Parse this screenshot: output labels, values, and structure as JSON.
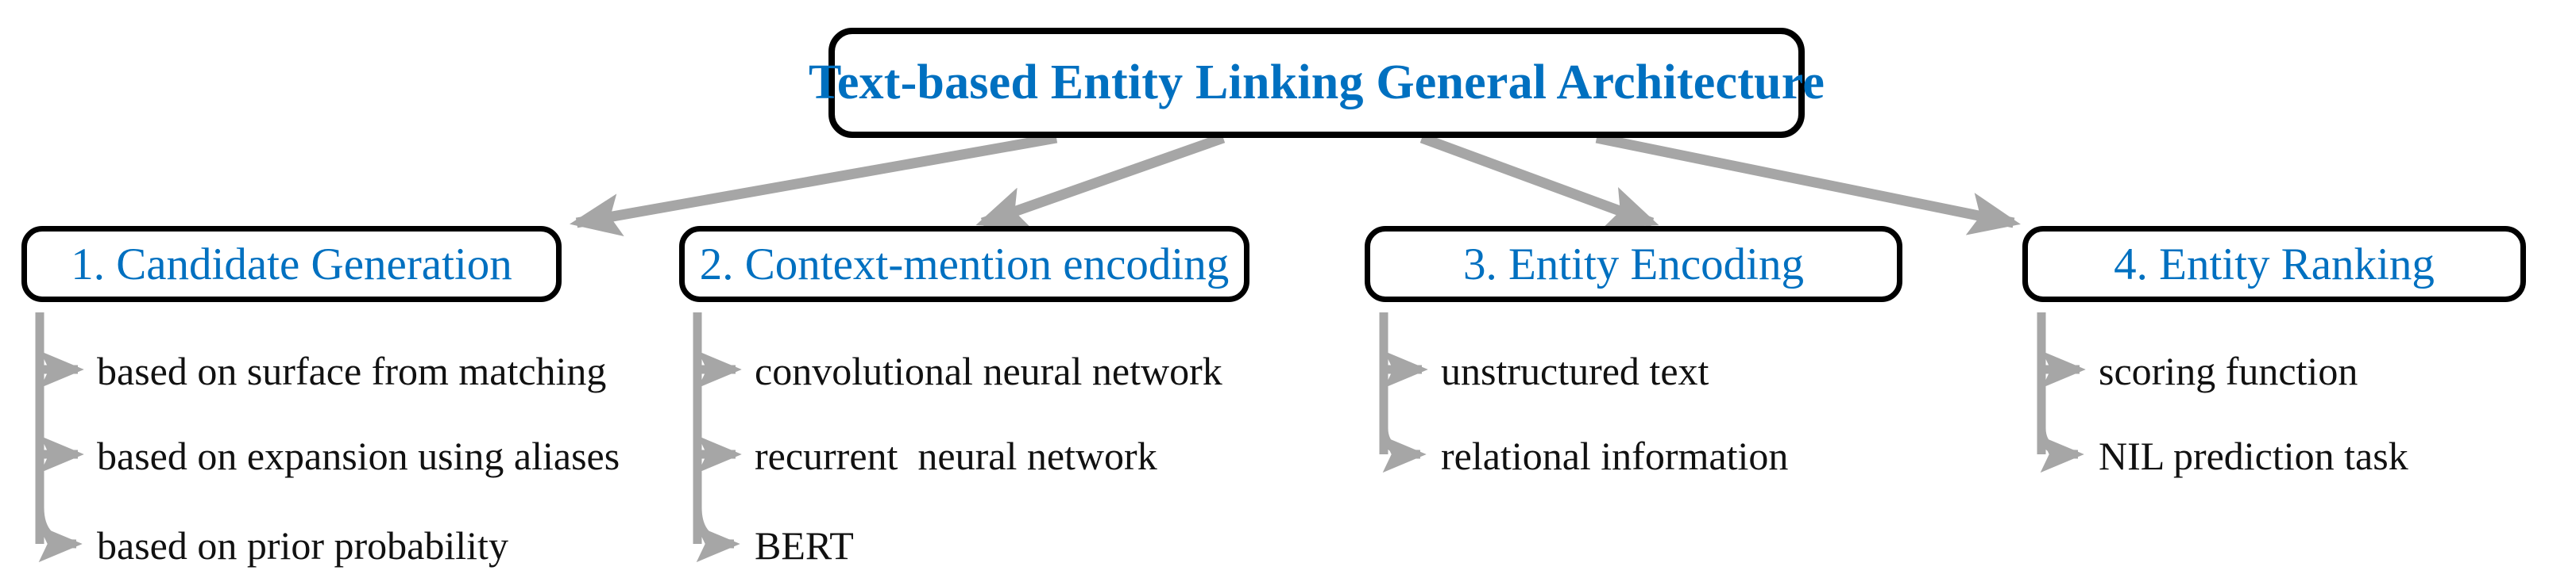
{
  "figure": {
    "title": "Text-based Entity Linking General Architecture",
    "colors": {
      "node_text": "#0070c0",
      "node_border": "#000000",
      "connector": "#a6a6a6",
      "leaf_text": "#111111",
      "background": "#ffffff"
    }
  },
  "root": {
    "label": "Text-based Entity Linking General Architecture"
  },
  "stages": [
    {
      "id": "candidate-generation",
      "label": "1. Candidate Generation",
      "items": [
        "based on surface from matching",
        "based on expansion using aliases",
        "based on prior probability"
      ]
    },
    {
      "id": "context-mention-encoding",
      "label": "2. Context-mention encoding",
      "items": [
        "convolutional neural network",
        "recurrent  neural network",
        "BERT"
      ]
    },
    {
      "id": "entity-encoding",
      "label": "3. Entity Encoding",
      "items": [
        "unstructured text",
        "relational information"
      ]
    },
    {
      "id": "entity-ranking",
      "label": "4. Entity Ranking",
      "items": [
        "scoring function",
        "NIL prediction task"
      ]
    }
  ]
}
